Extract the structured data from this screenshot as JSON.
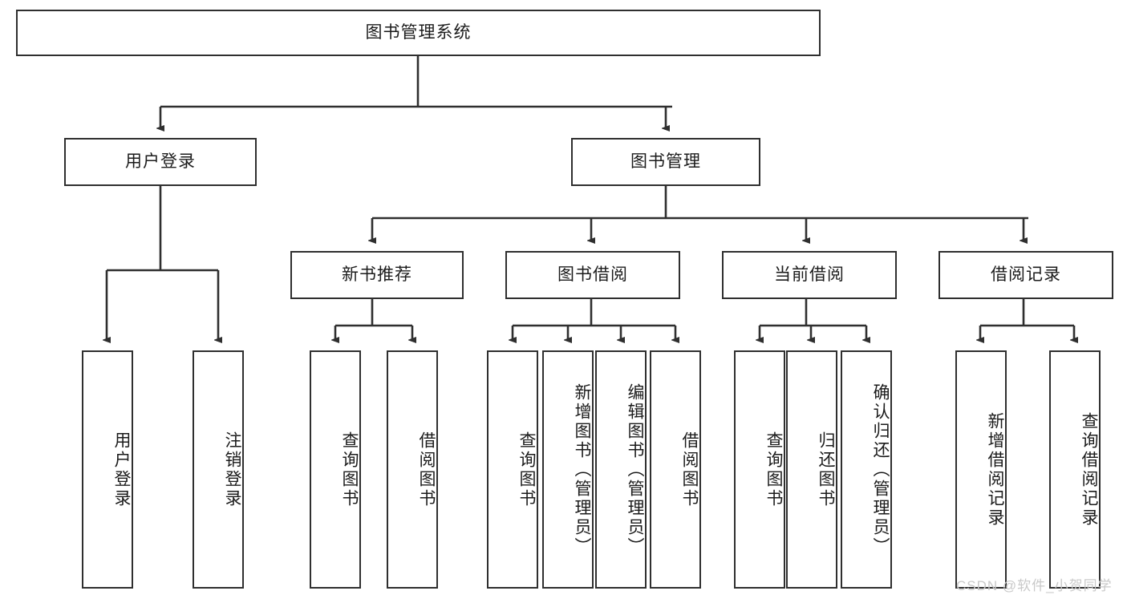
{
  "diagram": {
    "title": "图书管理系统",
    "watermark": "CSDN @软件_小贺同学",
    "colors": {
      "box_border": "#2f2f2f",
      "box_fill": "#ffffff",
      "connector": "#2f2f2f",
      "text": "#1b1b1b",
      "watermark": "#c9c9c9",
      "background": "#ffffff"
    },
    "root": {
      "label": "图书管理系统"
    },
    "level1": [
      {
        "label": "用户登录"
      },
      {
        "label": "图书管理"
      }
    ],
    "level2": [
      {
        "label": "新书推荐"
      },
      {
        "label": "图书借阅"
      },
      {
        "label": "当前借阅"
      },
      {
        "label": "借阅记录"
      }
    ],
    "leaves": {
      "user_login": [
        {
          "label": "用户登录"
        },
        {
          "label": "注销登录"
        }
      ],
      "new_book_recommend": [
        {
          "label": "查询图书"
        },
        {
          "label": "借阅图书"
        }
      ],
      "book_borrow": [
        {
          "label": "查询图书"
        },
        {
          "label": "新增图书（管理员）"
        },
        {
          "label": "编辑图书（管理员）"
        },
        {
          "label": "借阅图书"
        }
      ],
      "current_borrow": [
        {
          "label": "查询图书"
        },
        {
          "label": "归还图书"
        },
        {
          "label": "确认归还（管理员）"
        }
      ],
      "borrow_record": [
        {
          "label": "新增借阅记录"
        },
        {
          "label": "查询借阅记录"
        }
      ]
    }
  },
  "chart_data": {
    "type": "table",
    "title": "图书管理系统 功能结构图",
    "hierarchy": [
      {
        "label": "图书管理系统",
        "level": 0,
        "children": [
          {
            "label": "用户登录",
            "level": 1,
            "children": [
              {
                "label": "用户登录",
                "level": 2,
                "children": []
              },
              {
                "label": "注销登录",
                "level": 2,
                "children": []
              }
            ]
          },
          {
            "label": "图书管理",
            "level": 1,
            "children": [
              {
                "label": "新书推荐",
                "level": 2,
                "children": [
                  {
                    "label": "查询图书",
                    "level": 3,
                    "children": []
                  },
                  {
                    "label": "借阅图书",
                    "level": 3,
                    "children": []
                  }
                ]
              },
              {
                "label": "图书借阅",
                "level": 2,
                "children": [
                  {
                    "label": "查询图书",
                    "level": 3,
                    "children": []
                  },
                  {
                    "label": "新增图书（管理员）",
                    "level": 3,
                    "children": []
                  },
                  {
                    "label": "编辑图书（管理员）",
                    "level": 3,
                    "children": []
                  },
                  {
                    "label": "借阅图书",
                    "level": 3,
                    "children": []
                  }
                ]
              },
              {
                "label": "当前借阅",
                "level": 2,
                "children": [
                  {
                    "label": "查询图书",
                    "level": 3,
                    "children": []
                  },
                  {
                    "label": "归还图书",
                    "level": 3,
                    "children": []
                  },
                  {
                    "label": "确认归还（管理员）",
                    "level": 3,
                    "children": []
                  }
                ]
              },
              {
                "label": "借阅记录",
                "level": 2,
                "children": [
                  {
                    "label": "新增借阅记录",
                    "level": 3,
                    "children": []
                  },
                  {
                    "label": "查询借阅记录",
                    "level": 3,
                    "children": []
                  }
                ]
              }
            ]
          }
        ]
      }
    ]
  }
}
